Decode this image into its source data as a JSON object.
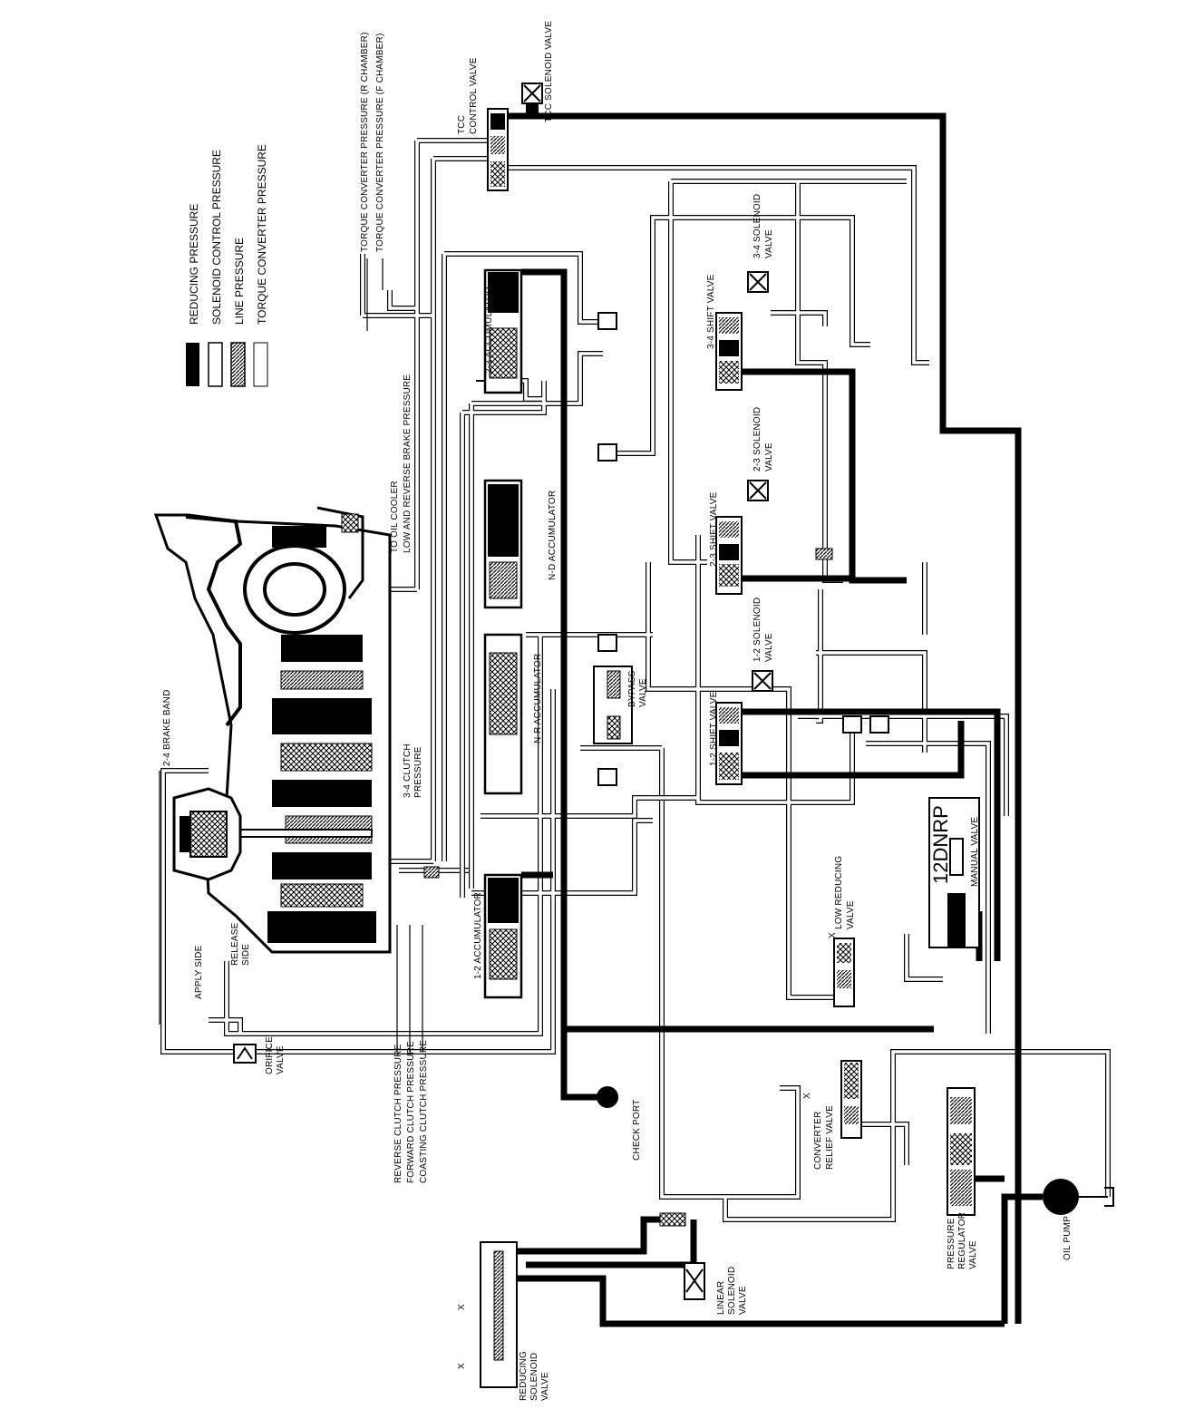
{
  "legend": [
    {
      "key": "reducing",
      "label": "REDUCING PRESSURE"
    },
    {
      "key": "solenoid",
      "label": "SOLENOID CONTROL PRESSURE"
    },
    {
      "key": "line",
      "label": "LINE PRESSURE"
    },
    {
      "key": "converter",
      "label": "TORQUE CONVERTER PRESSURE"
    }
  ],
  "labels": {
    "tcc_pressure_r": "TORQUE CONVERTER PRESSURE (R CHAMBER)",
    "tcc_pressure_f": "TORQUE CONVERTER PRESSURE (F CHAMBER)",
    "tcc_control_1": "TCC",
    "tcc_control_2": "CONTROL VALVE",
    "tcc_solenoid": "TCC SOLENOID VALVE",
    "to_oil_cooler": "TO OIL COOLER",
    "low_reverse_brake": "LOW AND REVERSE BRAKE PRESSURE",
    "acc_23": "2-3 ACCUMULATOR",
    "acc_nd": "N-D ACCUMULATOR",
    "acc_nr": "N-R ACCUMULATOR",
    "acc_12": "1-2 ACCUMULATOR",
    "shift_34": "3-4 SHIFT VALVE",
    "shift_23": "2-3 SHIFT VALVE",
    "shift_12": "1-2 SHIFT VALVE",
    "sol_34_1": "3-4 SOLENOID",
    "sol_34_2": "VALVE",
    "sol_23_1": "2-3 SOLENOID",
    "sol_23_2": "VALVE",
    "sol_12_1": "1-2 SOLENOID",
    "sol_12_2": "VALVE",
    "bypass_1": "BYPASS",
    "bypass_2": "VALVE",
    "brake_band": "2-4 BRAKE BAND",
    "clutch_34_1": "3-4 CLUTCH",
    "clutch_34_2": "PRESSURE",
    "release_1": "RELEASE",
    "release_2": "SIDE",
    "apply_side": "APPLY SIDE",
    "orifice_1": "ORIFICE",
    "orifice_2": "VALVE",
    "reverse_clutch": "REVERSE CLUTCH PRESSURE",
    "forward_clutch": "FORWARD CLUTCH PRESSURE",
    "coasting_clutch": "COASTING CLUTCH PRESSURE",
    "check_port": "CHECK PORT",
    "low_reducing_1": "LOW REDUCING",
    "low_reducing_2": "VALVE",
    "manual_valve": "MANUAL VALVE",
    "gear_positions": "12DNRP",
    "converter_relief_1": "CONVERTER",
    "converter_relief_2": "RELIEF VALVE",
    "pressure_reg_1": "PRESSURE",
    "pressure_reg_2": "REGULATOR",
    "pressure_reg_3": "VALVE",
    "oil_pump": "OIL PUMP",
    "linear_sol_1": "LINEAR",
    "linear_sol_2": "SOLENOID",
    "linear_sol_3": "VALVE",
    "reducing_sol_1": "REDUCING",
    "reducing_sol_2": "SOLENOID",
    "reducing_sol_3": "VALVE",
    "x_mark": "X"
  }
}
